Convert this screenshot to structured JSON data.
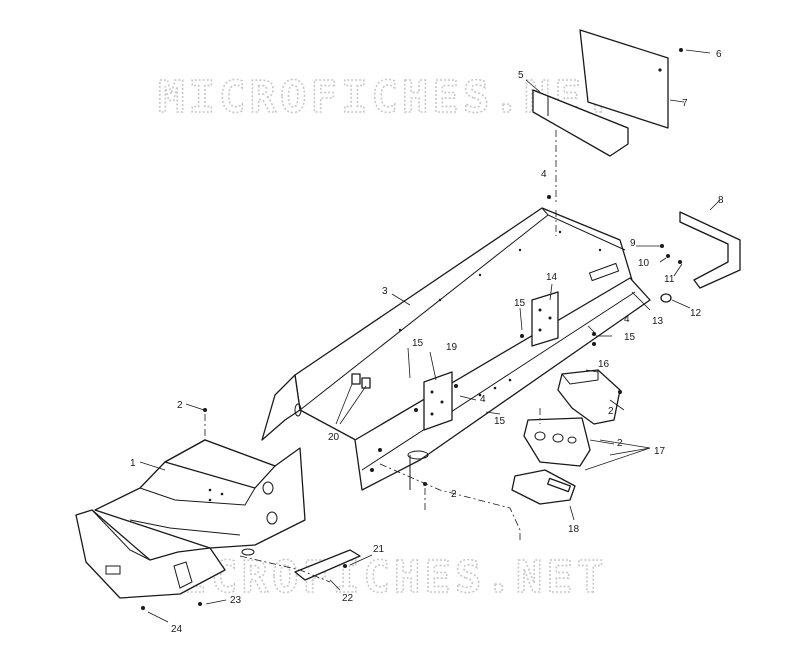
{
  "watermark": "MICROFICHES.NET",
  "callouts": [
    "1",
    "2",
    "2",
    "2",
    "2",
    "3",
    "4",
    "4",
    "4",
    "5",
    "6",
    "7",
    "8",
    "9",
    "10",
    "11",
    "12",
    "13",
    "14",
    "15",
    "15",
    "15",
    "15",
    "16",
    "17",
    "18",
    "19",
    "20",
    "21",
    "22",
    "23",
    "24"
  ]
}
